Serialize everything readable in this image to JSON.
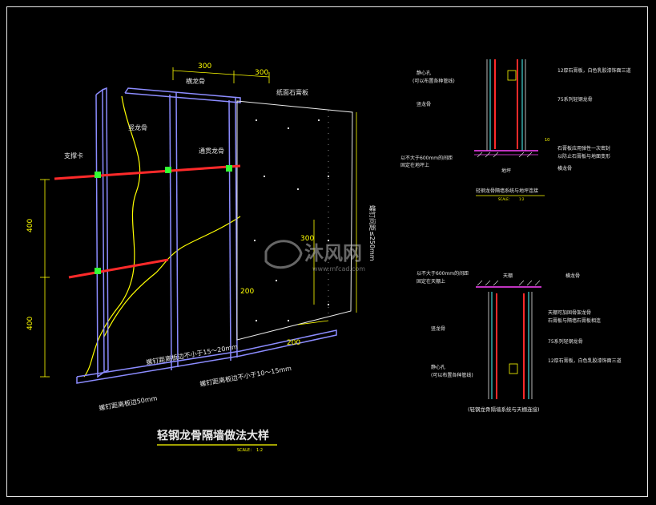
{
  "main_detail": {
    "title": "轻钢龙骨隔墙做法大样",
    "scale_label": "SCALE：",
    "scale_value": "1:2",
    "dims": {
      "top_left_300": "300",
      "top_right_300": "300",
      "left_400_upper": "400",
      "left_400_lower": "400",
      "mid_300": "300",
      "mid_200": "200",
      "bottom_200": "200"
    },
    "labels": {
      "stud_top": "横龙骨",
      "board": "纸面石膏板",
      "vertical_stud": "竖龙骨",
      "brace": "支撑卡",
      "through_stud": "通贯龙骨",
      "nail_spacing_right": "螺钉间距≤250mm",
      "edge_note_1": "螺钉距离板边不小于15～20mm",
      "edge_note_2": "螺钉距离板边不小于10～15mm",
      "edge_note_3": "螺钉距离板边50mm"
    }
  },
  "detail_floor": {
    "left_labels": {
      "jointing": "静心孔",
      "jointing_sub": "(可以布置各种管线)",
      "vertical": "竖龙骨",
      "fix_note_1": "以不大于600mm的间距",
      "fix_note_2": "固定在地坪上",
      "ground": "地坪"
    },
    "right_labels": {
      "board_note": "12厚石膏板，白色乳胶漆饰面三道",
      "stud_series": "75系列轻钢龙骨",
      "seal_note_1": "石膏板应用弹性一次密封",
      "seal_note_2": "以防止石膏板与地面变形",
      "bottom_stud": "横龙骨",
      "dim_10": "10"
    },
    "caption": "轻钢龙骨隔墙系统与地坪连接",
    "scale_label": "SCALE：",
    "scale_value": "1:2"
  },
  "detail_ceiling": {
    "left_labels": {
      "fix_note_1": "以不大于600mm的间距",
      "fix_note_2": "固定在天棚上",
      "vertical": "竖龙骨",
      "jointing": "静心孔",
      "jointing_sub": "(可以布置各种管线)"
    },
    "right_labels": {
      "ceiling": "天棚",
      "top_stud": "横龙骨",
      "seal_note_1": "天棚可加固骨架龙骨",
      "seal_note_2": "石膏板与隔墙石膏板相连",
      "stud_series": "75系列轻钢龙骨",
      "board_note": "12厚石膏板，白色乳胶漆饰面三道"
    },
    "caption": "(轻钢龙骨隔墙系统与天棚连接)"
  },
  "watermark": {
    "brand": "沐风网",
    "url": "www.mfcad.com"
  },
  "colors": {
    "background": "#000000",
    "stud": "#8c8cff",
    "board": "#e8e8e8",
    "dimension": "#ffff00",
    "red_bar": "#ff2a2a",
    "magenta": "#ff44ff",
    "cyan": "#55ffff",
    "green": "#33ff33"
  }
}
